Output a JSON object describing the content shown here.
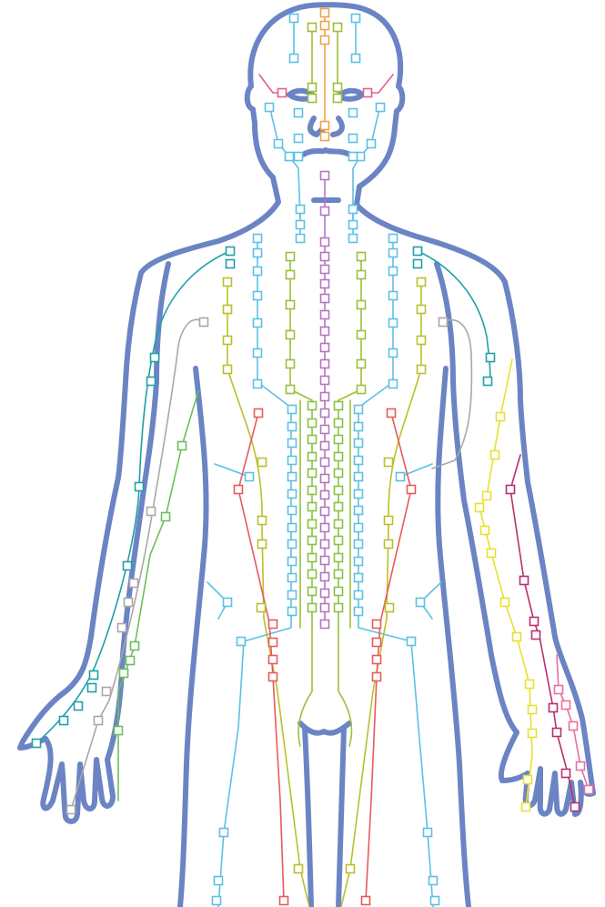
{
  "figure": {
    "body_color": "#6b84c4",
    "meridians": [
      {
        "id": "governing",
        "color": "#f0a24a"
      },
      {
        "id": "bladder",
        "color": "#5cc0e6"
      },
      {
        "id": "stomach",
        "color": "#9bbf3a"
      },
      {
        "id": "conception",
        "color": "#b673c4"
      },
      {
        "id": "kidney",
        "color": "#8cc23f"
      },
      {
        "id": "spleen",
        "color": "#b8c12a"
      },
      {
        "id": "liver",
        "color": "#e85a5a"
      },
      {
        "id": "gallbladder",
        "color": "#e8c0d0"
      },
      {
        "id": "lung",
        "color": "#1ea0a8"
      },
      {
        "id": "pericardium",
        "color": "#a8a8a8"
      },
      {
        "id": "heart",
        "color": "#6cbf5a"
      },
      {
        "id": "small-intestine",
        "color": "#e8e030"
      },
      {
        "id": "large-intestine",
        "color": "#b8306e"
      },
      {
        "id": "triple-burner",
        "color": "#e870a0"
      },
      {
        "id": "face",
        "color": "#e0608a"
      }
    ]
  }
}
